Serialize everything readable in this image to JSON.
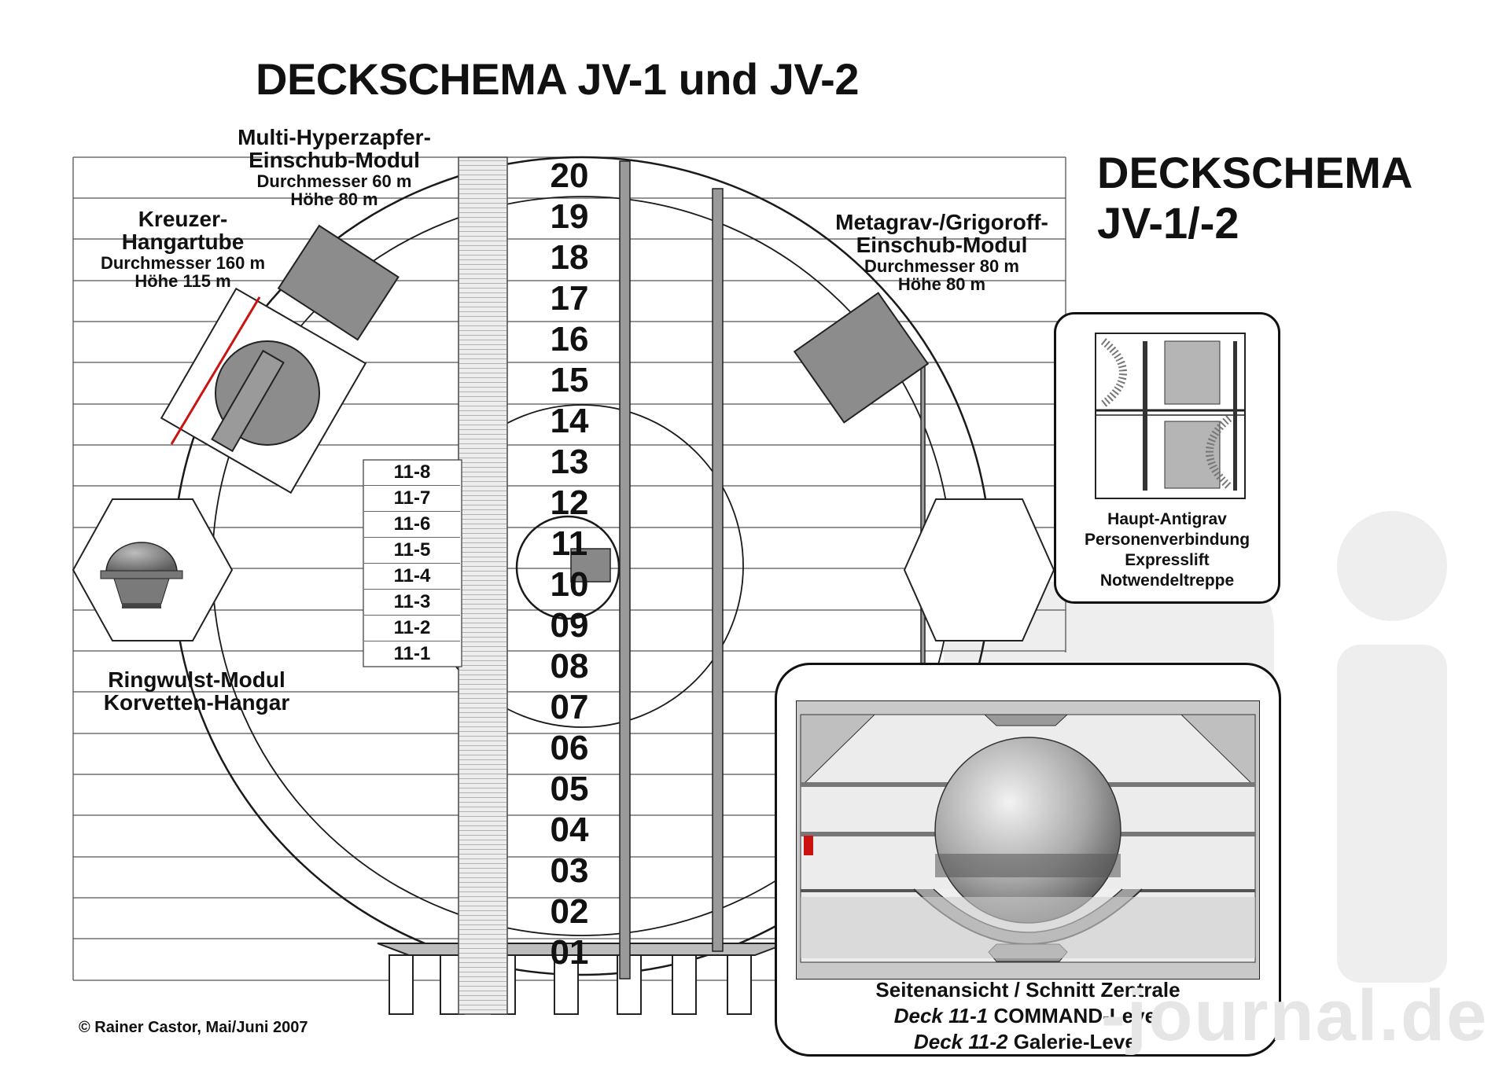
{
  "titles": {
    "main": "DECKSCHEMA JV-1 und JV-2",
    "side": "DECKSCHEMA\nJV-1/-2"
  },
  "labels": {
    "hyperzapfer": {
      "line1": "Multi-Hyperzapfer-",
      "line2": "Einschub-Modul",
      "line3": "Durchmesser 60 m",
      "line4": "Höhe 80 m"
    },
    "kreuzer": {
      "line1": "Kreuzer-",
      "line2": "Hangartube",
      "line3": "Durchmesser 160 m",
      "line4": "Höhe 115 m"
    },
    "metagrav": {
      "line1": "Metagrav-/Grigoroff-",
      "line2": "Einschub-Modul",
      "line3": "Durchmesser 80 m",
      "line4": "Höhe 80 m"
    },
    "ringwulst": {
      "line1": "Ringwulst-Modul",
      "line2": "Korvetten-Hangar"
    }
  },
  "decks": [
    "20",
    "19",
    "18",
    "17",
    "16",
    "15",
    "14",
    "13",
    "12",
    "11",
    "10",
    "09",
    "08",
    "07",
    "06",
    "05",
    "04",
    "03",
    "02",
    "01"
  ],
  "subdecks": [
    "11-8",
    "11-7",
    "11-6",
    "11-5",
    "11-4",
    "11-3",
    "11-2",
    "11-1"
  ],
  "antigrav_box": {
    "line1": "Haupt-Antigrav",
    "line2": "Personenverbindung",
    "line3": "Expresslift",
    "line4": "Notwendeltreppe"
  },
  "section_box": {
    "line1": "Seitenansicht / Schnitt Zentrale",
    "line2_italic": "Deck 11-1",
    "line2_rest": " COMMAND-Level",
    "line3_italic": "Deck 11-2",
    "line3_rest": " Galerie-Level"
  },
  "copyright": "© Rainer Castor, Mai/Juni 2007",
  "watermark": "-journal.de",
  "colors": {
    "module_gray": "#8c8c8c",
    "line": "#222222",
    "accent_red": "#cc1111",
    "watermark": "#e6e6e6"
  }
}
